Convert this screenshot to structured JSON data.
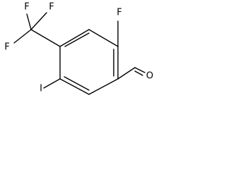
{
  "molecule": {
    "atoms": {
      "f_top_1": "F",
      "f_top_2": "F",
      "f_left": "F",
      "f_ring": "F",
      "iodine": "I",
      "oxygen": "O"
    }
  }
}
